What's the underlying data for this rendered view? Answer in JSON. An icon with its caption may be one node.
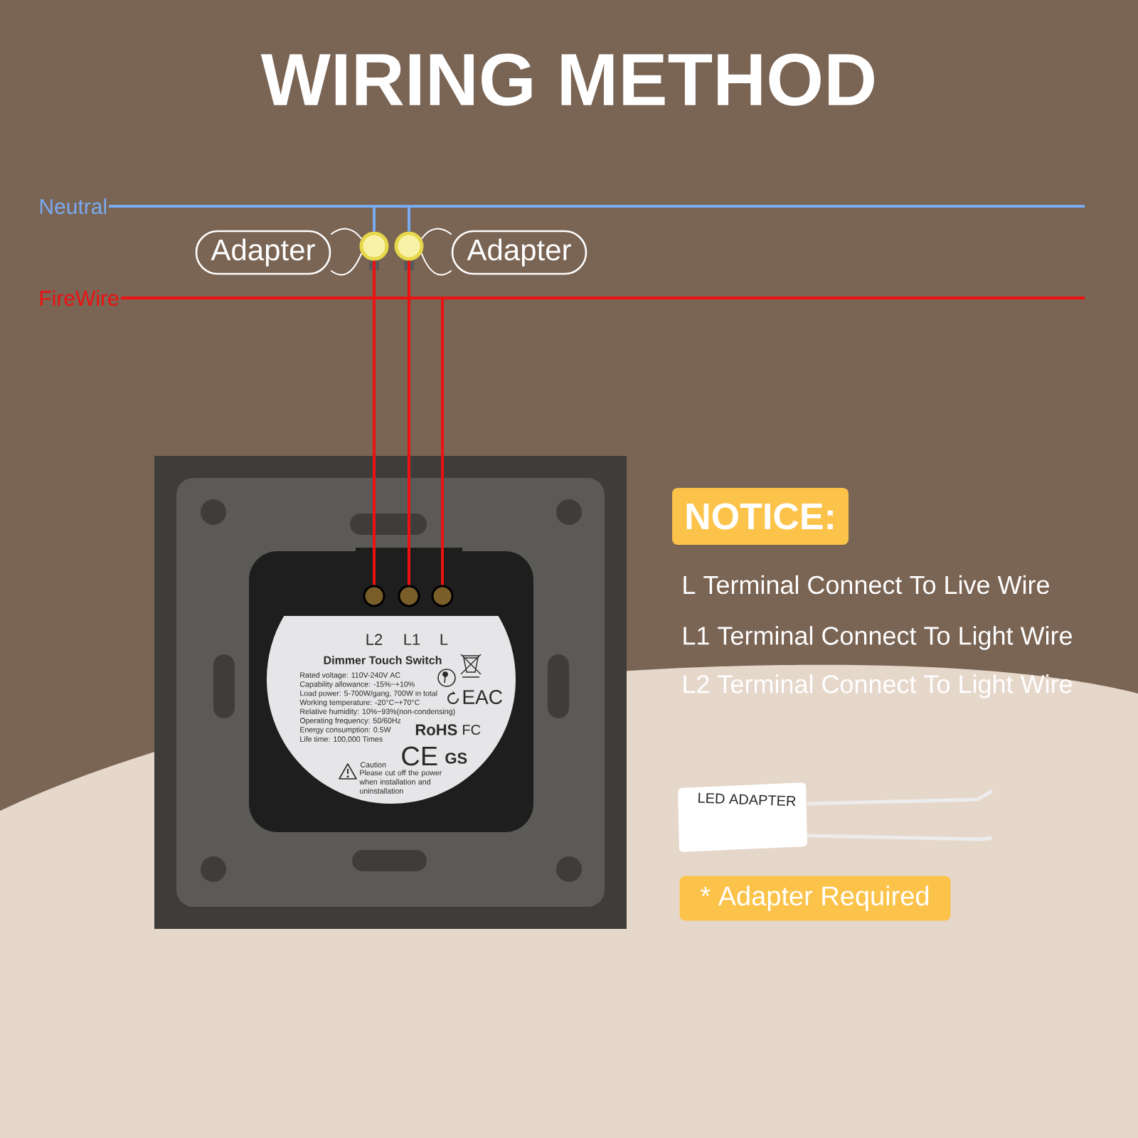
{
  "diagram": {
    "title": "WIRING METHOD",
    "nodes": [
      {
        "text": [
          "Neutral"
        ]
      },
      {
        "text": [
          "Adapter"
        ]
      },
      {
        "text": [],
        "shape": "circle"
      },
      {
        "text": [],
        "shape": "circle"
      },
      {
        "text": [
          "Adapter"
        ]
      },
      {
        "text": [
          "FireWire"
        ]
      },
      {
        "text": [],
        "shape": "circle"
      },
      {
        "text": [],
        "shape": "circle"
      },
      {
        "text": [],
        "shape": "circle"
      },
      {
        "text": [
          "NOTICE:"
        ]
      },
      {
        "text": [
          "* Adapter Required"
        ]
      }
    ],
    "edges": [
      {
        "from": 0,
        "to": 2,
        "arrow": "none",
        "color": "#7aaaf0"
      },
      {
        "from": 0,
        "to": 3,
        "arrow": "none",
        "color": "#7aaaf0"
      },
      {
        "from": 2,
        "to": 6,
        "arrow": "none",
        "color": "#ee1111"
      },
      {
        "from": 3,
        "to": 7,
        "arrow": "none",
        "color": "#ee1111"
      },
      {
        "from": 5,
        "to": 8,
        "arrow": "none",
        "color": "#ee1111"
      },
      {
        "from": 1,
        "to": 2,
        "arrow": "none"
      },
      {
        "from": 1,
        "to": 2,
        "arrow": "none"
      },
      {
        "from": 4,
        "to": 3,
        "arrow": "none"
      },
      {
        "from": 4,
        "to": 3,
        "arrow": "none"
      }
    ],
    "labels": [
      "L2",
      "L1",
      "L",
      "Dimmer Touch Switch",
      "Rated voltage: 110V-240V AC",
      "Capability allowance: -15%~+10%",
      "Load power: 5-700W/gang, 700W in total",
      "Working temperature: -20°C~+70°C",
      "Relative humidity: 10%~93%(non-condensing)",
      "Operating frequency: 50/60Hz",
      "Energy consumption: 0.5W",
      "Life time: 100,000 Times",
      "EAC",
      "RoHS",
      "FC",
      "CE",
      "GS",
      "Caution",
      "Please cut off the power when installation and uninstallation",
      "L Terminal Connect To Live Wire",
      "L1 Terminal Connect To Light Wire",
      "L2 Terminal Connect To Light Wire",
      "LED ADAPTER"
    ]
  }
}
